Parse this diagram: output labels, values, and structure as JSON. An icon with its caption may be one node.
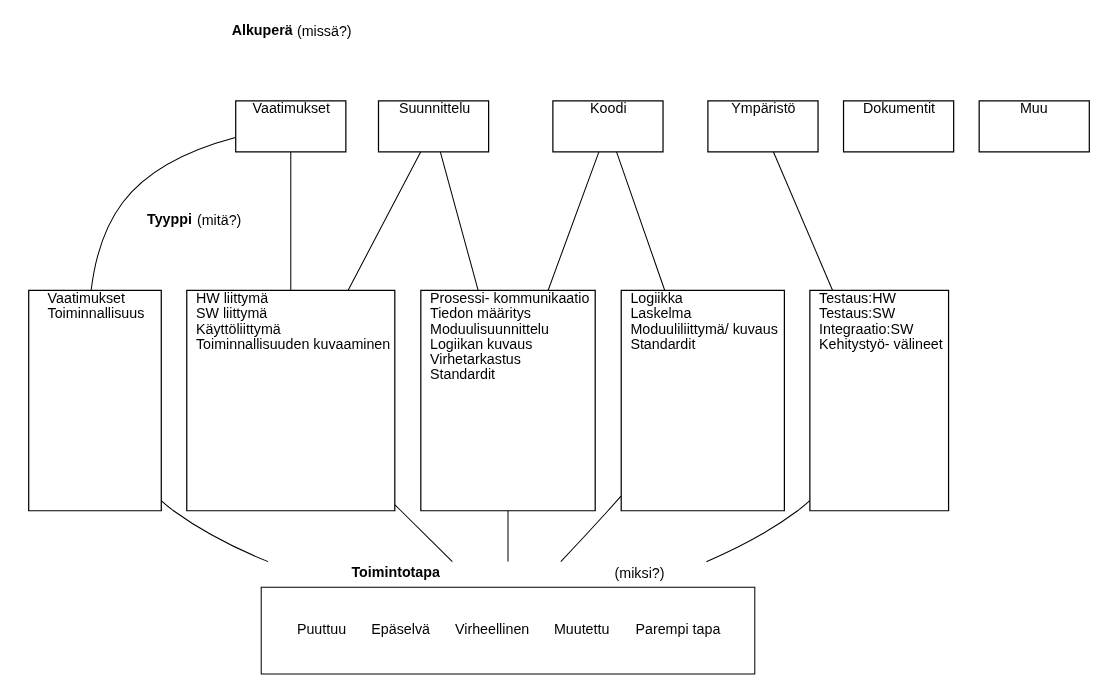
{
  "diagram": {
    "nodes": [
      {
        "text": [
          "Vaatimukset"
        ]
      },
      {
        "text": [
          "Suunnittelu"
        ]
      },
      {
        "text": [
          "Koodi"
        ]
      },
      {
        "text": [
          "Ympäristö"
        ]
      },
      {
        "text": [
          "Dokumentit"
        ]
      },
      {
        "text": [
          "Muu"
        ]
      },
      {
        "text": [
          "Vaatimukset",
          "Toiminnallisuus"
        ]
      },
      {
        "text": [
          "HW liittymä",
          "SW liittymä",
          "Käyttöliittymä",
          "Toiminnallisuuden kuvaaminen"
        ]
      },
      {
        "text": [
          "Prosessi- kommunikaatio",
          "Tiedon määritys",
          "Moduulisuunnittelu",
          "Logiikan kuvaus",
          "Virhetarkastus",
          "Standardit"
        ]
      },
      {
        "text": [
          "Logiikka",
          "Laskelma",
          "Moduuliliittymä/ kuvaus",
          "Standardit"
        ]
      },
      {
        "text": [
          "Testaus:HW",
          "Testaus:SW",
          "Integraatio:SW",
          "Kehitystyö- välineet"
        ]
      },
      {
        "text": [
          "**Toimintotapa** (miksi?)",
          "Puuttuu",
          "Epäselvä",
          "Virheellinen",
          "Muutettu",
          "Parempi tapa"
        ]
      }
    ],
    "edges": [
      {
        "from": 0,
        "to": 6,
        "arrow": "none"
      },
      {
        "from": 0,
        "to": 7,
        "arrow": "none"
      },
      {
        "from": 1,
        "to": 7,
        "arrow": "none"
      },
      {
        "from": 1,
        "to": 8,
        "arrow": "none"
      },
      {
        "from": 2,
        "to": 8,
        "arrow": "none"
      },
      {
        "from": 2,
        "to": 9,
        "arrow": "none"
      },
      {
        "from": 3,
        "to": 10,
        "arrow": "none"
      },
      {
        "from": 6,
        "to": 11,
        "arrow": "none"
      },
      {
        "from": 7,
        "to": 11,
        "arrow": "none"
      },
      {
        "from": 8,
        "to": 11,
        "arrow": "none"
      },
      {
        "from": 9,
        "to": 11,
        "arrow": "none"
      },
      {
        "from": 10,
        "to": 11,
        "arrow": "none"
      }
    ],
    "labels": [
      "**Alkuperä** (missä?)",
      "**Tyyppi** (mitä?)"
    ]
  }
}
